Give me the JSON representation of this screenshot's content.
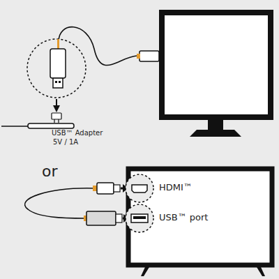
{
  "diagram": {
    "labels": [
      "USB™ Adapter",
      "5V / 1A",
      "or",
      "HDMI™",
      "USB™ port"
    ]
  }
}
